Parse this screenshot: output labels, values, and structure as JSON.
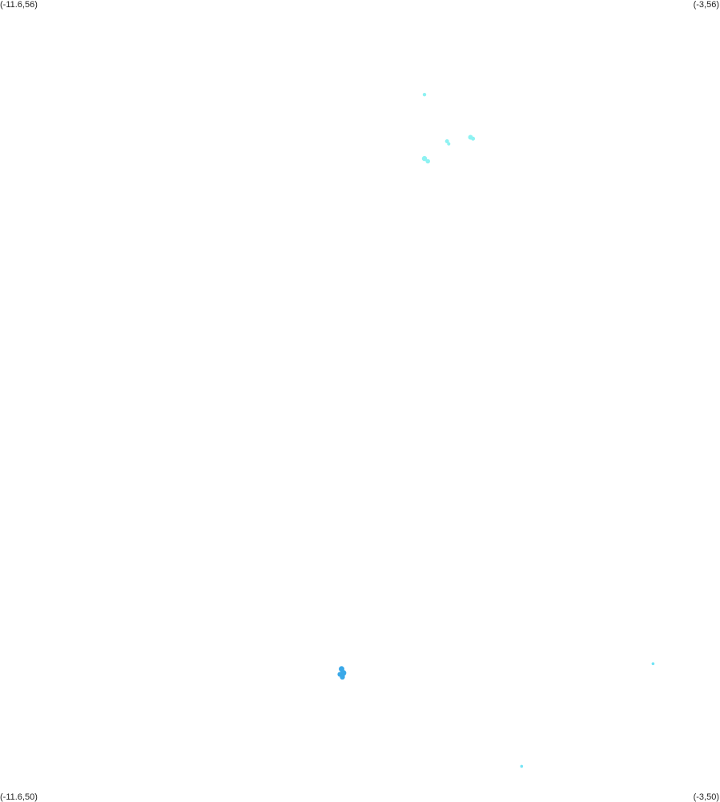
{
  "corners": {
    "top_left": "(-11.6,56)",
    "top_right": "(-3,56)",
    "bottom_left": "(-11.6,50)",
    "bottom_right": "(-3,50)"
  },
  "bounds": {
    "lon_min": -11.6,
    "lon_max": -3,
    "lat_min": 50,
    "lat_max": 56
  },
  "colors": {
    "background": "#ffffff",
    "cyan": "#8ef2f2",
    "light_blue": "#74e4f5",
    "blue": "#3aa8e8"
  },
  "features": [
    {
      "lon": -6.53,
      "lat": 55.29,
      "r": 2.2,
      "color": "#8ef2f2"
    },
    {
      "lon": -6.26,
      "lat": 54.94,
      "r": 2.5,
      "color": "#8ef2f2"
    },
    {
      "lon": -6.24,
      "lat": 54.92,
      "r": 2.0,
      "color": "#8ef2f2"
    },
    {
      "lon": -5.98,
      "lat": 54.97,
      "r": 3.0,
      "color": "#8ef2f2"
    },
    {
      "lon": -5.95,
      "lat": 54.96,
      "r": 2.5,
      "color": "#8ef2f2"
    },
    {
      "lon": -6.53,
      "lat": 54.81,
      "r": 3.2,
      "color": "#8ef2f2"
    },
    {
      "lon": -6.49,
      "lat": 54.79,
      "r": 2.8,
      "color": "#8ef2f2"
    },
    {
      "lon": -7.52,
      "lat": 50.98,
      "r": 3.5,
      "color": "#3aa8e8"
    },
    {
      "lon": -7.5,
      "lat": 50.95,
      "r": 3.8,
      "color": "#3aa8e8"
    },
    {
      "lon": -7.54,
      "lat": 50.94,
      "r": 3.0,
      "color": "#3aa8e8"
    },
    {
      "lon": -7.51,
      "lat": 50.92,
      "r": 3.2,
      "color": "#3aa8e8"
    },
    {
      "lon": -3.8,
      "lat": 51.02,
      "r": 1.8,
      "color": "#74e4f5"
    },
    {
      "lon": -5.37,
      "lat": 50.25,
      "r": 1.8,
      "color": "#74e4f5"
    }
  ]
}
